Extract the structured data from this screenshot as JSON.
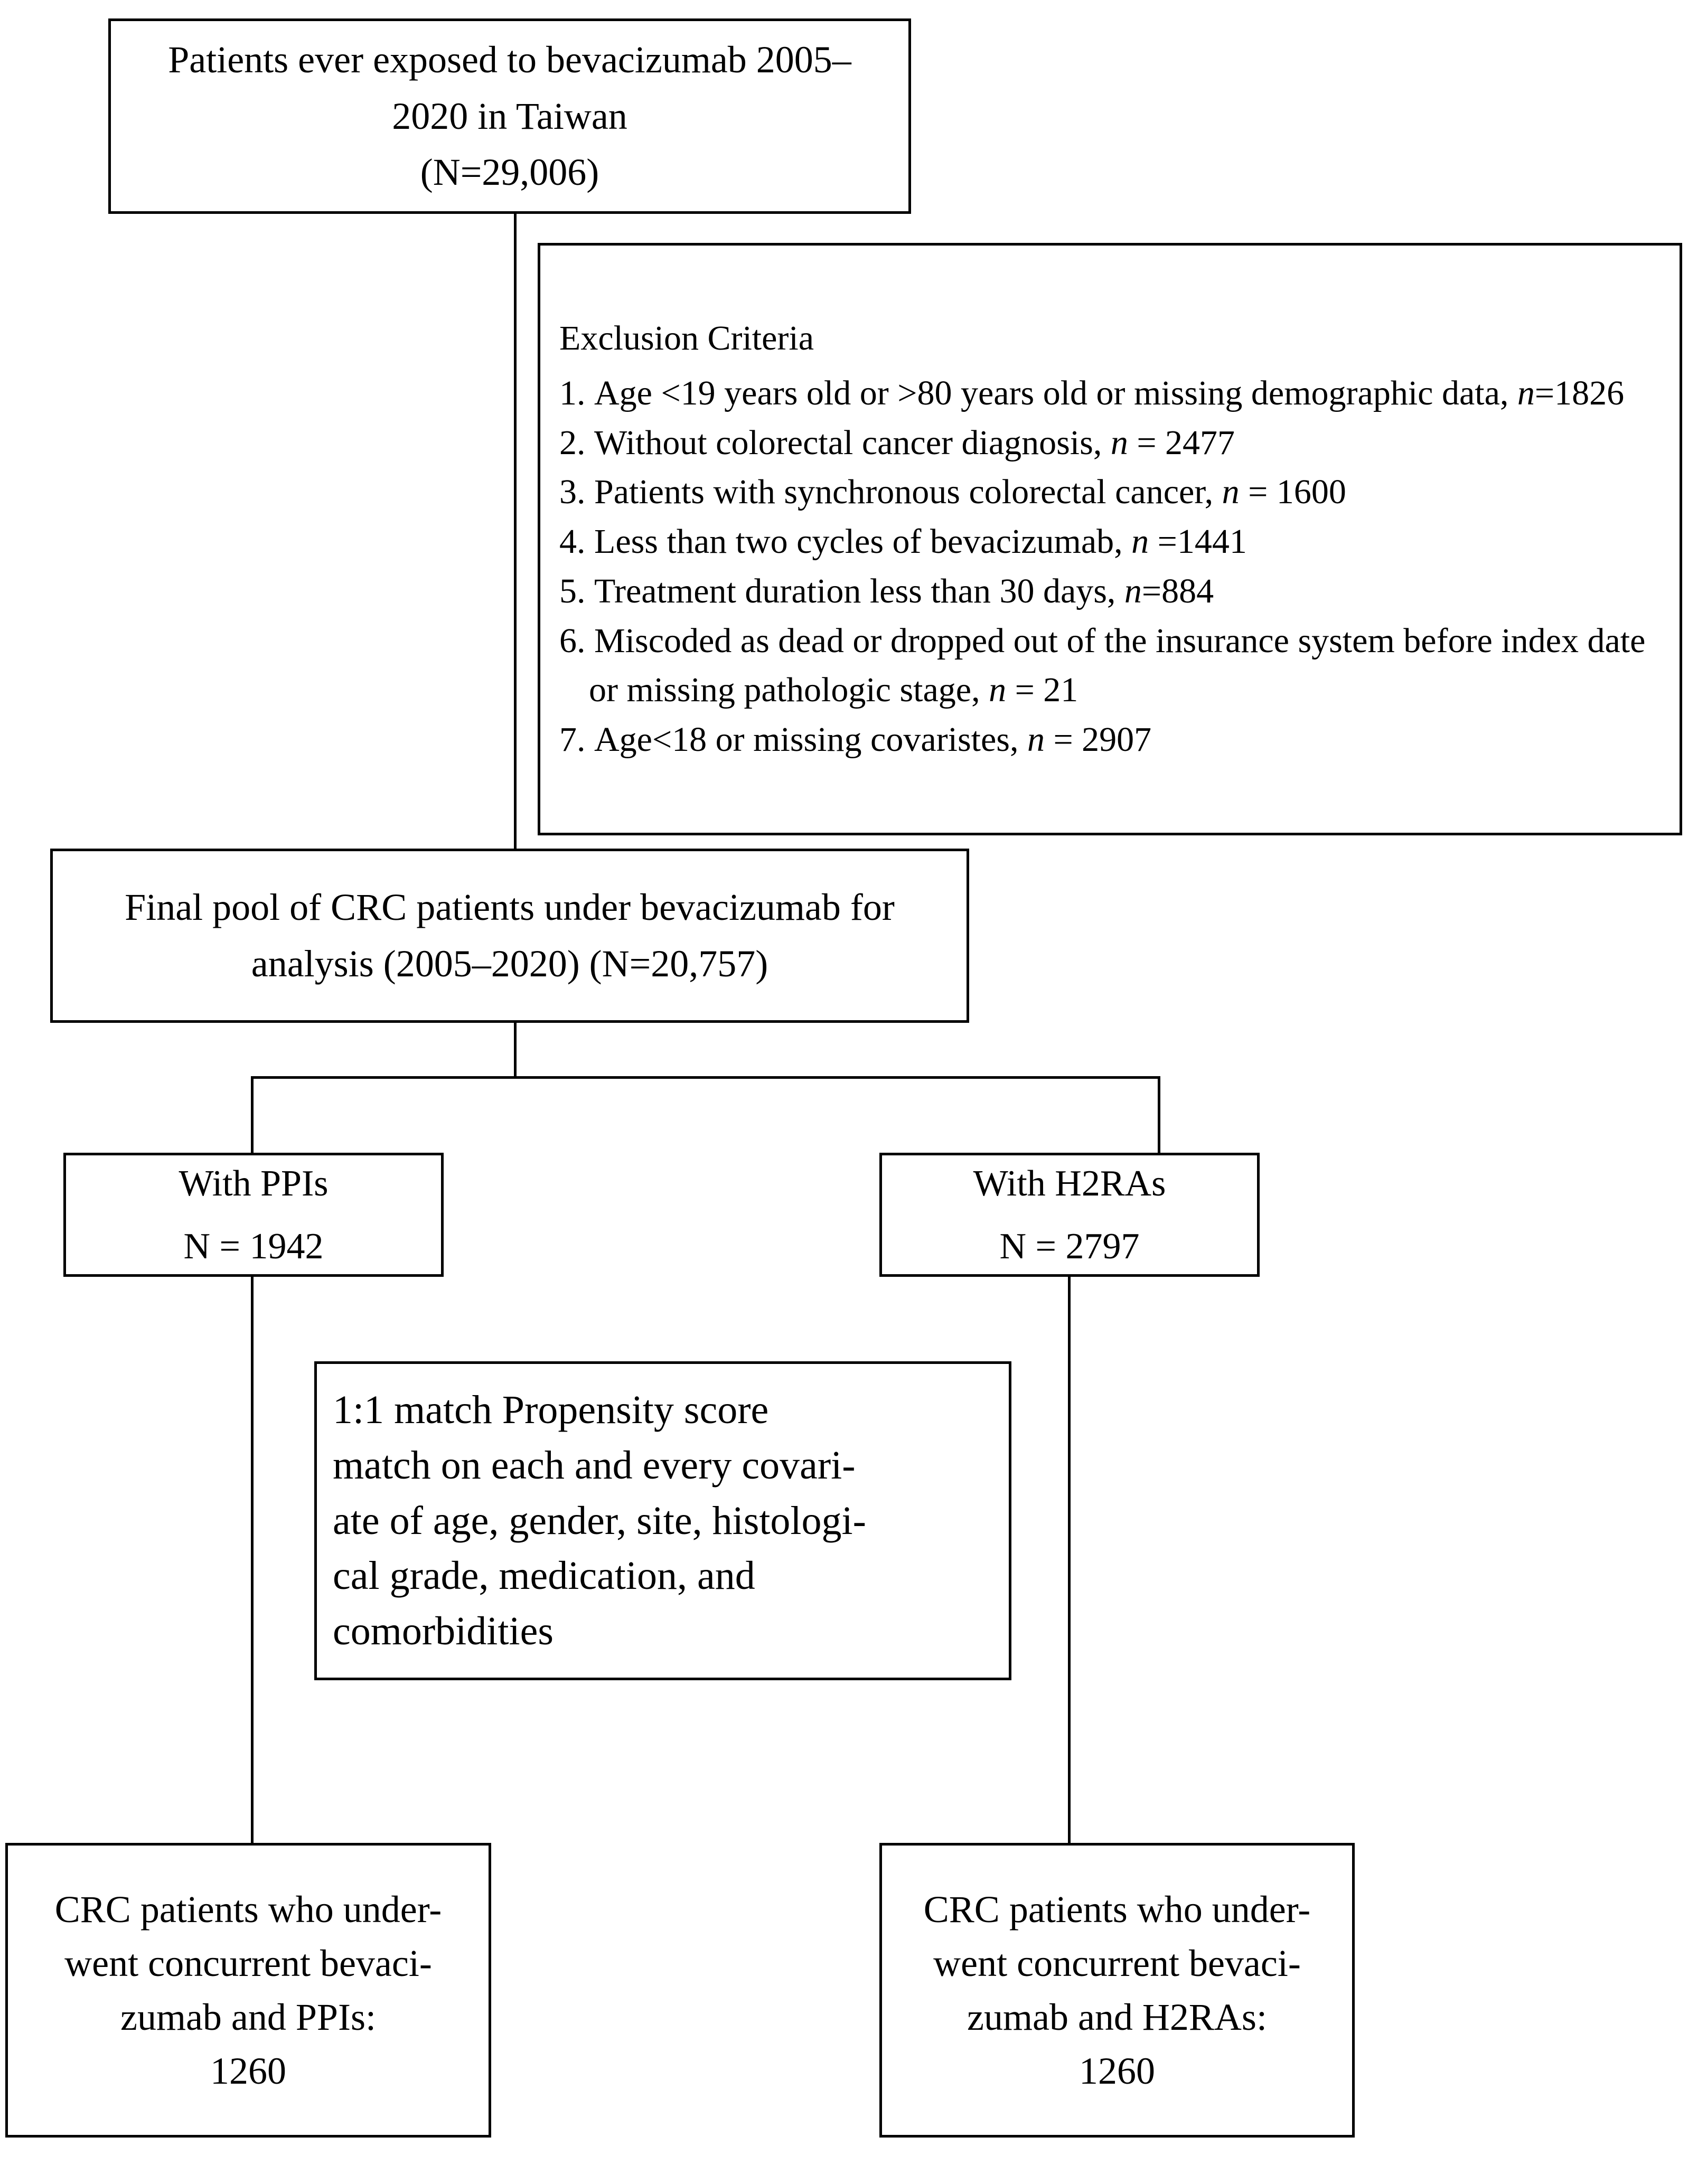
{
  "flowchart": {
    "type": "study-selection-flowchart",
    "top_box": {
      "lines": [
        "Patients ever exposed to bevacizumab 2005–",
        "2020 in Taiwan",
        "(N=29,006)"
      ],
      "cohort_label": "Patients ever exposed to bevacizumab 2005–2020 in Taiwan",
      "n_label": "(N=29,006)",
      "n_value": 29006,
      "period": "2005–2020",
      "country": "Taiwan"
    },
    "exclusion_box": {
      "title": "Exclusion Criteria",
      "items": [
        {
          "number": "1.",
          "text": "Age <19 years old or >80 years old or missing demographic data, n=1826",
          "n_label": "n=1826",
          "n_value": 1826
        },
        {
          "number": "2.",
          "text": "Without colorectal cancer diagnosis, n = 2477",
          "n_label": "n = 2477",
          "n_value": 2477
        },
        {
          "number": "3.",
          "text": "Patients with synchronous colorectal cancer, n = 1600",
          "n_label": "n = 1600",
          "n_value": 1600
        },
        {
          "number": "4.",
          "text": "Less than two cycles of bevacizumab, n =1441",
          "n_label": "n =1441",
          "n_value": 1441
        },
        {
          "number": "5.",
          "text": "Treatment duration less than 30 days, n=884",
          "n_label": "n=884",
          "n_value": 884
        },
        {
          "number": "6.",
          "text": "Miscoded as dead or dropped out of the insurance system before index date or missing pathologic stage, n = 21",
          "n_label": "n = 21",
          "n_value": 21
        },
        {
          "number": "7.",
          "text": "Age<18 or missing covaristes, n = 2907",
          "n_label": "n = 2907",
          "n_value": 2907
        }
      ]
    },
    "final_pool_box": {
      "lines": [
        "Final pool of CRC patients under bevacizumab for",
        "analysis (2005–2020) (N=20,757)"
      ],
      "label": "Final pool of CRC patients under bevacizumab for analysis (2005–2020) (N=20,757)",
      "n_label": "(N=20,757)",
      "n_value": 20757,
      "period": "(2005–2020)"
    },
    "branch_left": {
      "label": "With PPIs",
      "n_label": "N = 1942",
      "n_value": 1942
    },
    "branch_right": {
      "label": "With H2RAs",
      "n_label": "N = 2797",
      "n_value": 2797
    },
    "matching_box": {
      "lines": [
        "1:1 match Propensity score",
        "match on each and every covari-",
        "ate of age, gender, site, histologi-",
        "cal grade, medication, and",
        "comorbidities"
      ],
      "label": "1:1 match Propensity score match on each and every covariate of age, gender, site, histological grade, medication, and comorbidities",
      "ratio": "1:1",
      "covariates": [
        "age",
        "gender",
        "site",
        "histological grade",
        "medication",
        "comorbidities"
      ]
    },
    "outcome_left": {
      "lines": [
        "CRC patients who under-",
        "went concurrent bevaci-",
        "zumab and PPIs:",
        "1260"
      ],
      "label": "CRC patients who underwent concurrent bevacizumab and PPIs:",
      "n_label": "1260",
      "n_value": 1260
    },
    "outcome_right": {
      "lines": [
        "CRC patients who under-",
        "went concurrent bevaci-",
        "zumab and H2RAs:",
        "1260"
      ],
      "label": "CRC patients who underwent concurrent bevacizumab and H2RAs:",
      "n_label": "1260",
      "n_value": 1260
    },
    "colors": {
      "line": "#000000",
      "text": "#000000",
      "background": "#ffffff"
    }
  }
}
